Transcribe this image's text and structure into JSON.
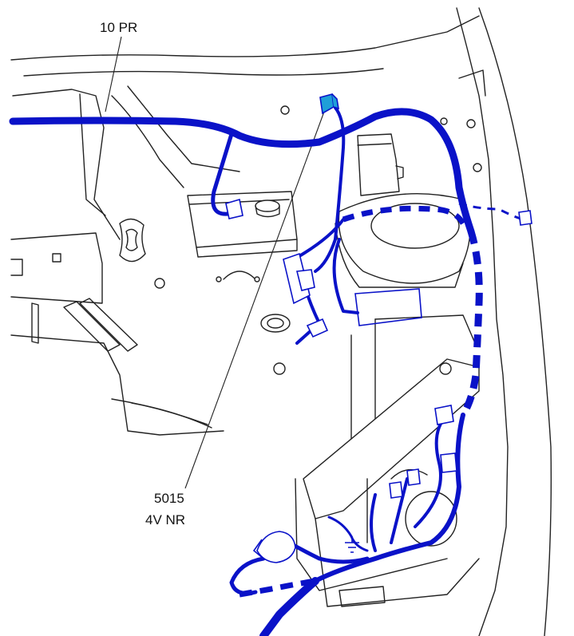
{
  "labels": {
    "harness_ref": "10 PR",
    "connector_code": "5015",
    "connector_desc": "4V NR"
  },
  "colors": {
    "harness": "#0a12c8",
    "connector_fill": "#1f9fd8",
    "body_line": "#222222"
  },
  "icons": {
    "connector": "connector-icon",
    "ground": "ground-icon"
  }
}
